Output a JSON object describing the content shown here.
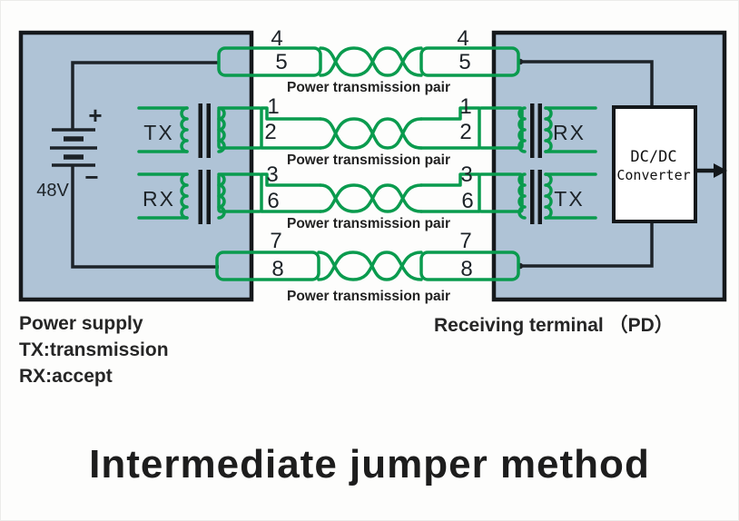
{
  "title": "Intermediate jumper method",
  "colors": {
    "wire_green": "#0a9b4e",
    "panel_fill": "#afc3d6",
    "wire_black": "#1d2328",
    "panel_border": "#16191c"
  },
  "power_supply": {
    "voltage": "48V",
    "plus_sign": "+",
    "minus_sign": "−",
    "tx_label": "TX",
    "rx_label": "RX"
  },
  "receiver": {
    "rx_label": "RX",
    "tx_label": "TX",
    "dcdc_line1": "DC/DC",
    "dcdc_line2": "Converter"
  },
  "pairs": [
    {
      "top_pin": "4",
      "bottom_pin": "5",
      "label": "Power transmission pair"
    },
    {
      "top_pin": "1",
      "bottom_pin": "2",
      "label": "Power transmission pair"
    },
    {
      "top_pin": "3",
      "bottom_pin": "6",
      "label": "Power transmission pair"
    },
    {
      "top_pin": "7",
      "bottom_pin": "8",
      "label": "Power transmission pair"
    }
  ],
  "captions": {
    "power_supply": "Power supply",
    "tx_meaning": "TX:transmission",
    "rx_meaning": "RX:accept",
    "receiving_terminal": "Receiving terminal （PD）"
  }
}
